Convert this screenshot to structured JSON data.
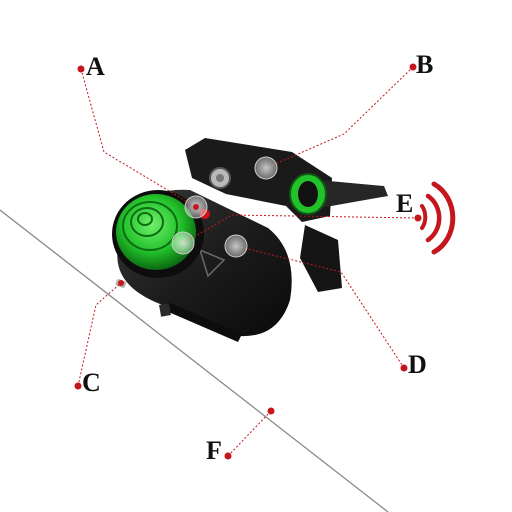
{
  "labels": {
    "a": "A",
    "b": "B",
    "c": "C",
    "d": "D",
    "e": "E",
    "f": "F"
  },
  "colors": {
    "leader_line": "#c4161c",
    "sound_waves": "#c4161c",
    "device_body": "#1c1c1c",
    "indicator_green": "#22c22a",
    "fishing_line": "#8a8a8a",
    "marker_dot": "#c4161c"
  },
  "icons": {
    "sound_waves": "sound-waves-icon",
    "speaker": "green-speaker-icon"
  }
}
